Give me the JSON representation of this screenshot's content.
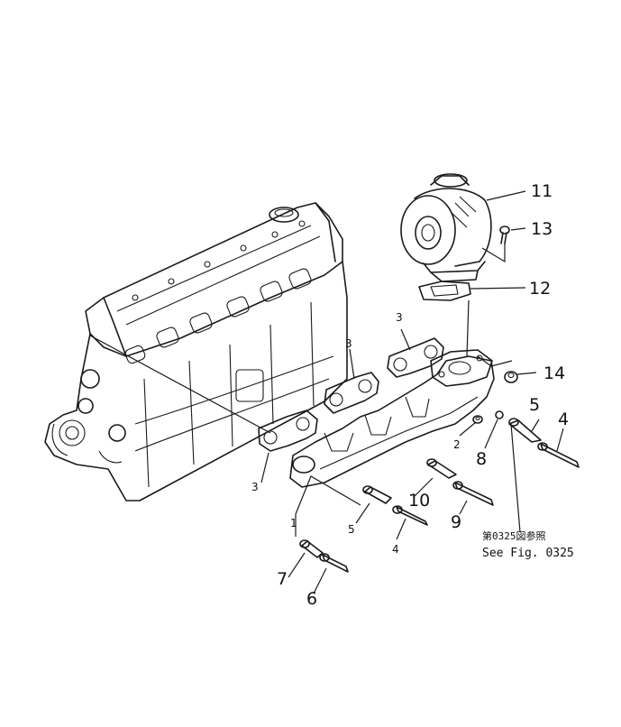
{
  "callouts": {
    "c1": "1",
    "c2": "2",
    "c3a": "3",
    "c3b": "3",
    "c3c": "3",
    "c4a": "4",
    "c4b": "4",
    "c5a": "5",
    "c5b": "5",
    "c6": "6",
    "c7": "7",
    "c8": "8",
    "c9": "9",
    "c10": "10",
    "c11": "11",
    "c12": "12",
    "c13": "13",
    "c14": "14"
  },
  "reference_note": {
    "jp": "第0325図参照",
    "en": "See Fig. 0325"
  }
}
